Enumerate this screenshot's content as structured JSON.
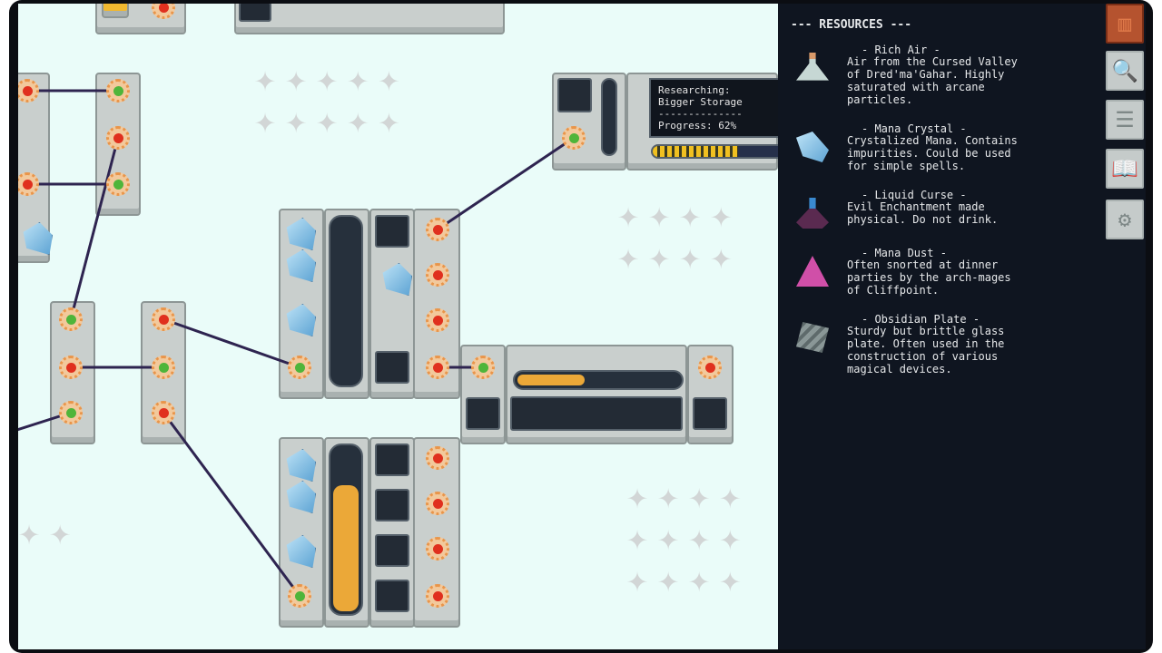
{
  "research": {
    "label": "Researching:",
    "item": "Bigger Storage",
    "divider": "--------------",
    "progress_label": "Progress: 62%",
    "progress": 0.62
  },
  "sidebar": {
    "header": "--- RESOURCES ---",
    "resources": [
      {
        "name": "- Rich Air -",
        "desc": "Air from the Cursed Valley\nof Dred'ma'Gahar. Highly\nsaturated with arcane\nparticles.",
        "icon": "rich-air-flask-icon"
      },
      {
        "name": "- Mana Crystal -",
        "desc": "Crystalized Mana. Contains\nimpurities. Could be used\nfor simple spells.",
        "icon": "mana-crystal-icon"
      },
      {
        "name": "- Liquid Curse -",
        "desc": "Evil Enchantment made\nphysical. Do not drink.",
        "icon": "liquid-curse-flask-icon"
      },
      {
        "name": "- Mana Dust -",
        "desc": "Often snorted at dinner\nparties by the arch-mages\nof Cliffpoint.",
        "icon": "mana-dust-icon"
      },
      {
        "name": "- Obsidian Plate -",
        "desc": "Sturdy but brittle glass\nplate. Often used in the\nconstruction of various\nmagical devices.",
        "icon": "obsidian-plate-icon"
      }
    ]
  },
  "tools": [
    "machines-icon",
    "inspect-icon",
    "recipes-icon",
    "book-icon",
    "gear-icon"
  ],
  "colors": {
    "wire": "#2e2450",
    "bg": "#eafcf9",
    "panel": "#0f1520",
    "fill": "#eba838"
  }
}
